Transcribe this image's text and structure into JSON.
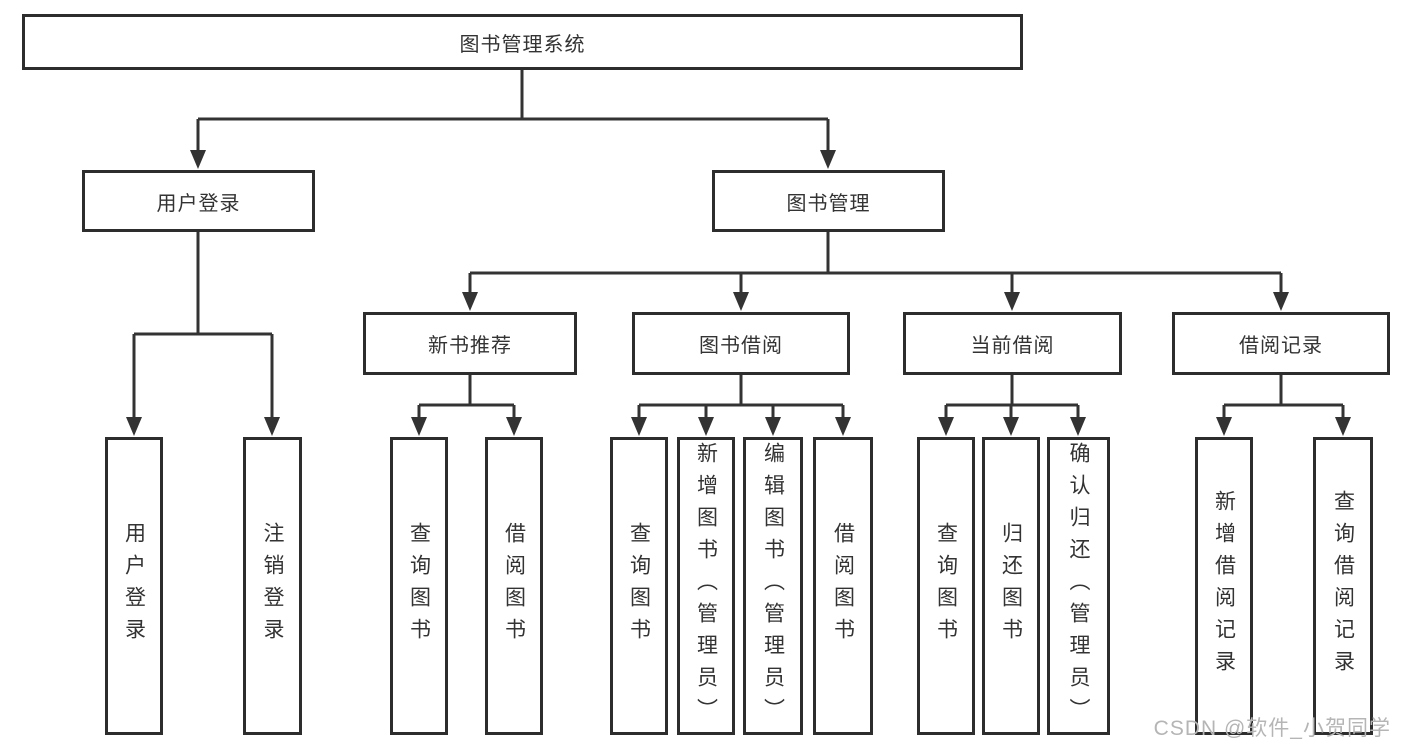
{
  "diagram": {
    "root": {
      "label": "图书管理系统"
    },
    "branches": [
      {
        "label": "用户登录",
        "children": [
          {
            "label": "用户登录"
          },
          {
            "label": "注销登录"
          }
        ]
      },
      {
        "label": "图书管理",
        "children": [
          {
            "label": "新书推荐",
            "children": [
              {
                "label": "查询图书"
              },
              {
                "label": "借阅图书"
              }
            ]
          },
          {
            "label": "图书借阅",
            "children": [
              {
                "label": "查询图书"
              },
              {
                "label": "新增图书（管理员）"
              },
              {
                "label": "编辑图书（管理员）"
              },
              {
                "label": "借阅图书"
              }
            ]
          },
          {
            "label": "当前借阅",
            "children": [
              {
                "label": "查询图书"
              },
              {
                "label": "归还图书"
              },
              {
                "label": "确认归还（管理员）"
              }
            ]
          },
          {
            "label": "借阅记录",
            "children": [
              {
                "label": "新增借阅记录"
              },
              {
                "label": "查询借阅记录"
              }
            ]
          }
        ]
      }
    ]
  },
  "watermark": {
    "text": "CSDN @软件_小贺同学"
  },
  "colors": {
    "line": "#333333",
    "arrowhead": "#333333",
    "box_border": "#2d2d2d",
    "box_fill": "#ffffff",
    "text": "#333333",
    "background": "#ffffff",
    "watermark": "#b5b5b5"
  }
}
